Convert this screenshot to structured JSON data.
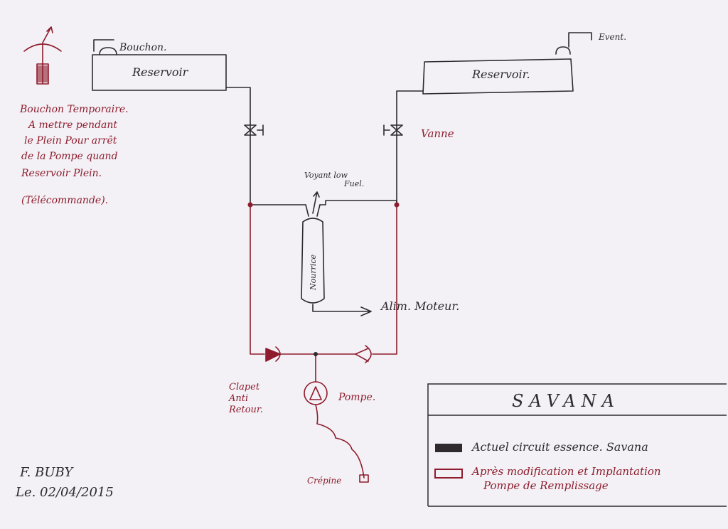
{
  "labels": {
    "bouchon": "Bouchon.",
    "reservoir_left": "Reservoir",
    "reservoir_right": "Reservoir.",
    "event": "Event.",
    "vanne": "Vanne",
    "voyant": "Voyant low",
    "voyant_2": "Fuel.",
    "nourrice": "Nourrice",
    "alim_moteur": "Alim. Moteur.",
    "clapet": [
      "Clapet",
      "Anti",
      "Retour."
    ],
    "pompe": "Pompe.",
    "crepine": "Crépine",
    "note": [
      "Bouchon Temporaire.",
      "A mettre pendant",
      "le Plein Pour arrêt",
      "de la Pompe quand",
      "Reservoir Plein.",
      "(Télécommande)."
    ]
  },
  "author": {
    "name": "F. BUBY",
    "date": "Le. 02/04/2015"
  },
  "legend": {
    "title": "SAVANA",
    "items": [
      {
        "text": "Actuel circuit essence. Savana",
        "color": "#2e2a2e"
      },
      {
        "text": "Après modification et Implantation",
        "text2": "Pompe de Remplissage",
        "color": "#8e1c2c"
      }
    ]
  },
  "colors": {
    "ink_black": "#2e2a2e",
    "ink_red": "#8e1c2c",
    "paper": "#f3f1f6"
  }
}
